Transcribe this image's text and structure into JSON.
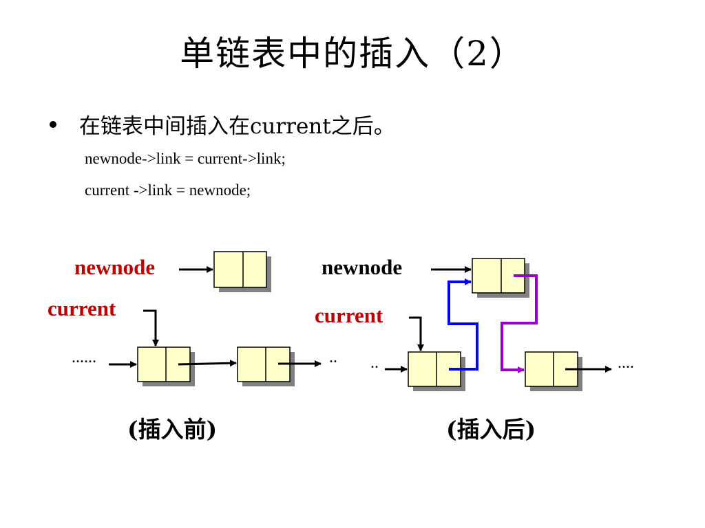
{
  "title": "单链表中的插入（2）",
  "bullet": {
    "text": "在链表中间插入在current之后。"
  },
  "code": {
    "line1": "newnode->link = current->link;",
    "line2": "current ->link = newnode;"
  },
  "before": {
    "newnode_label": "newnode",
    "current_label": "current",
    "left_dots": "......",
    "right_dots": "..",
    "caption": "(插入前)"
  },
  "after": {
    "newnode_label": "newnode",
    "current_label": "current",
    "left_dots": "..",
    "right_dots": "....",
    "caption": "(插入后)"
  },
  "colors": {
    "label_red": "#c00000",
    "node_fill": "#ffffcc",
    "node_shadow": "#808080",
    "blue_link": "#0000ff",
    "purple_link": "#9900cc"
  }
}
